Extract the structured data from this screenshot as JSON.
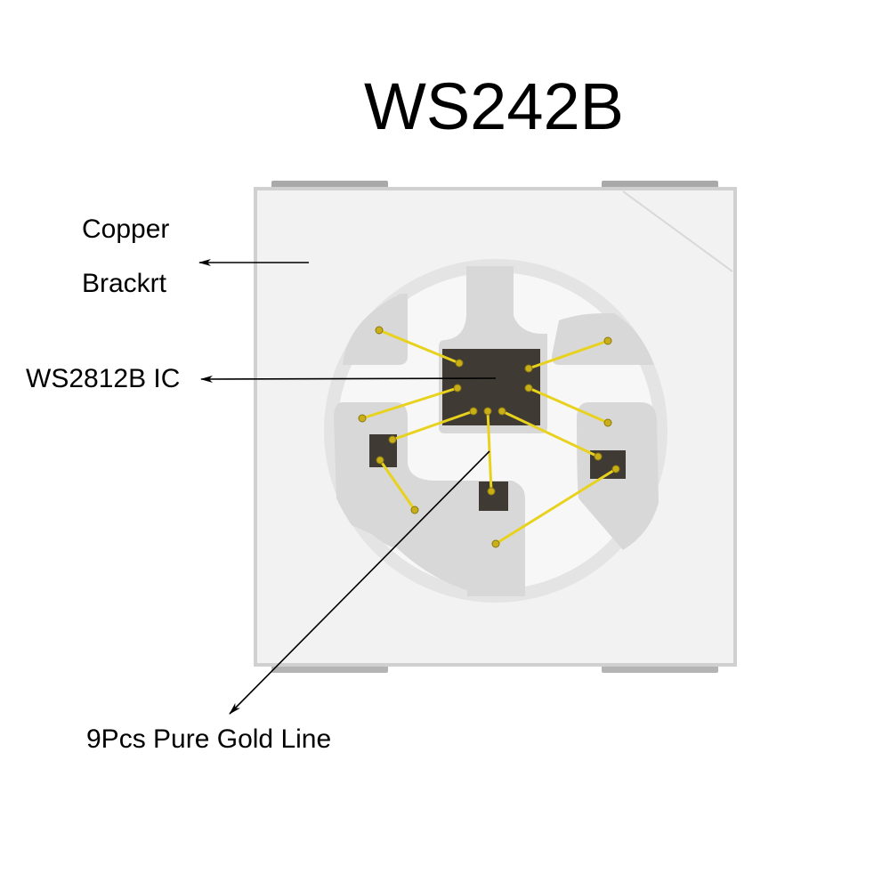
{
  "title": "WS242B",
  "labels": {
    "copper_bracket_line1": "Copper",
    "copper_bracket_line2": "Brackrt",
    "ic": "WS2812B IC",
    "gold_line": "9Pcs Pure Gold Line"
  },
  "colors": {
    "background": "#ffffff",
    "package_body": "#f2f2f2",
    "package_edge": "#d2d2d2",
    "solder_pads": "#a9a9a9",
    "lens_ring": "#e3e3e3",
    "lens_inner": "#f6f6f6",
    "copper_frame": "#d9d9d9",
    "die": "#3f3a34",
    "bond_wire": "#e8d21e",
    "leader_line": "#000000"
  },
  "diagram": {
    "component": "WS2812B 5050 SMD LED",
    "bond_wire_count": 9,
    "led_chip_count": 3
  }
}
